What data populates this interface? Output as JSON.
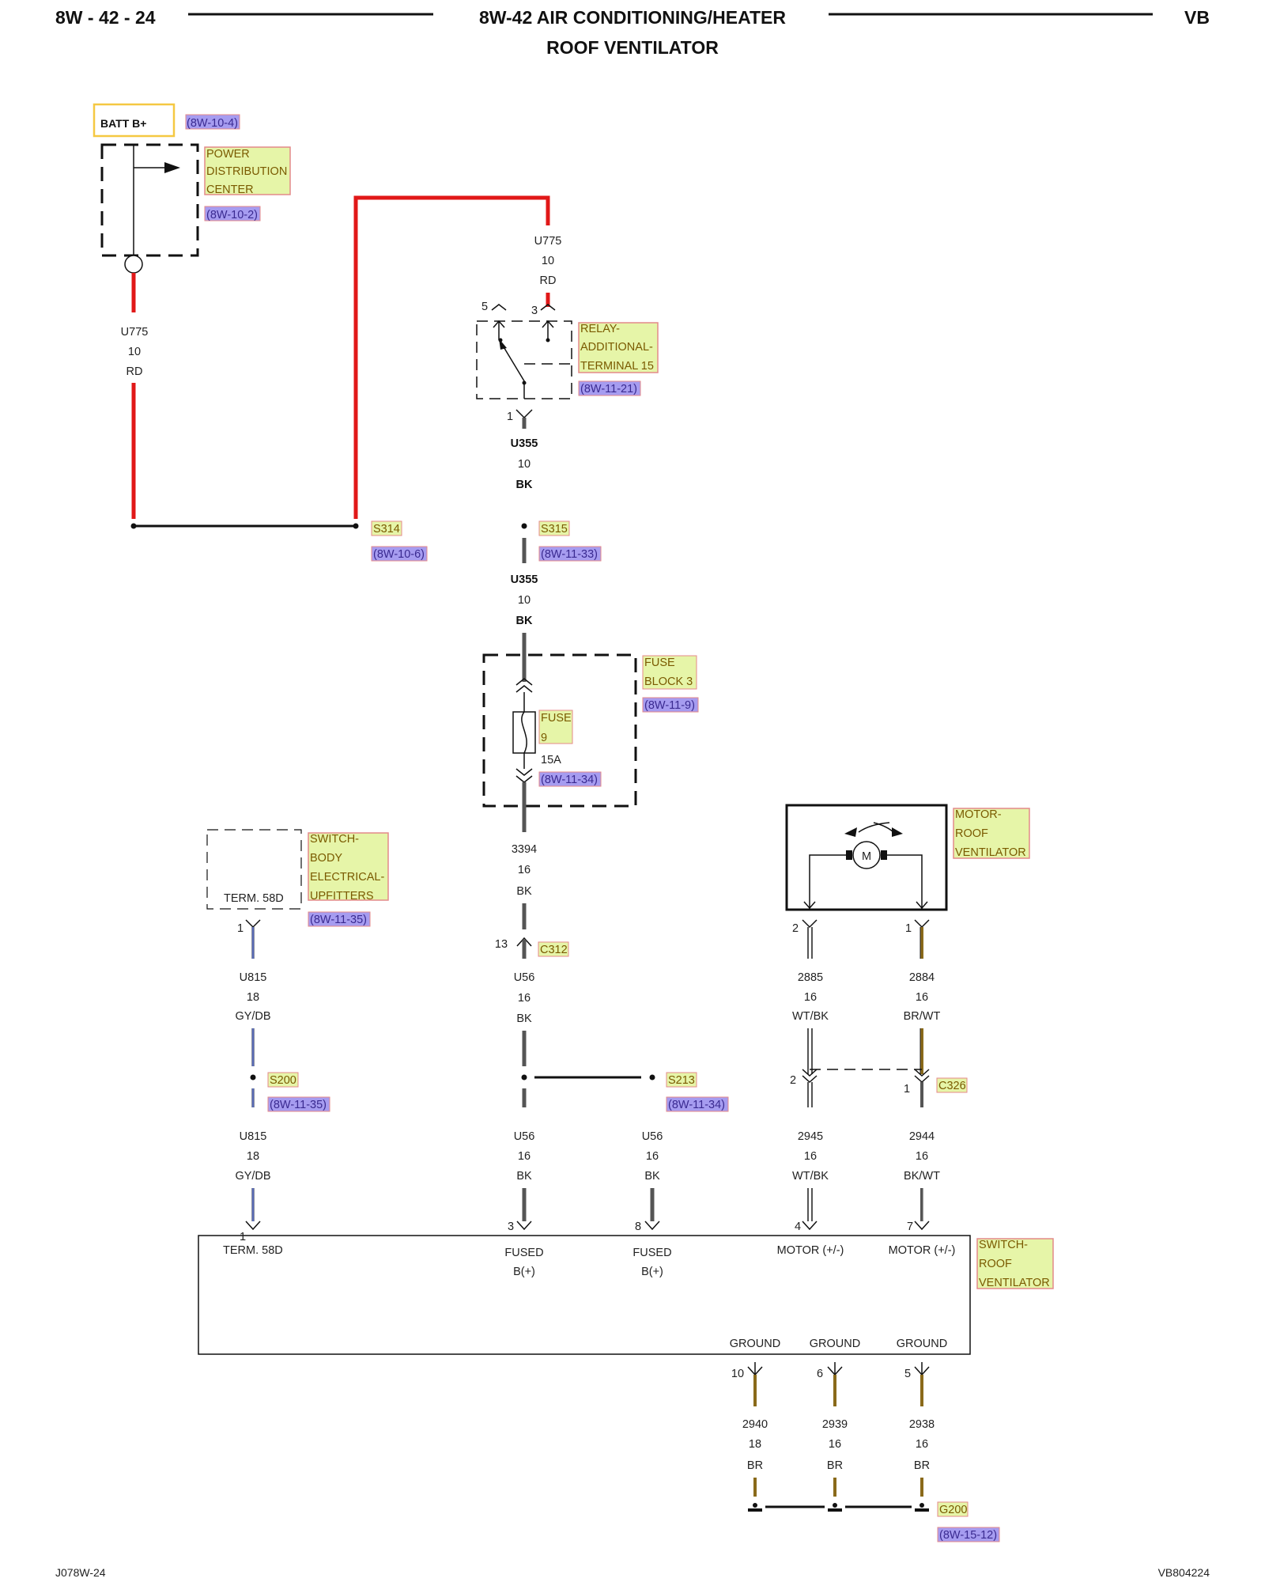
{
  "header": {
    "page_code": "8W - 42 - 24",
    "title_line1": "8W-42 AIR CONDITIONING/HEATER",
    "title_line2": "ROOF VENTILATOR",
    "model": "VB"
  },
  "footer": {
    "left_code": "J078W-24",
    "right_code": "VB804224"
  },
  "colors": {
    "wire_red": "#e11818",
    "wire_black": "#555555",
    "wire_brown": "#8a6a1a",
    "label_fill": "#e6f5a8",
    "label_border": "#e48a8a",
    "ref_fill": "#a69cf0",
    "batt_border": "#f5c842"
  },
  "batt": {
    "label": "BATT B+",
    "ref": "(8W-10-4)"
  },
  "pdc": {
    "line1": "POWER",
    "line2": "DISTRIBUTION",
    "line3": "CENTER",
    "ref": "(8W-10-2)"
  },
  "wire_u775_left": {
    "circuit": "U775",
    "gauge": "10",
    "color": "RD"
  },
  "wire_u775_top": {
    "circuit": "U775",
    "gauge": "10",
    "color": "RD"
  },
  "relay": {
    "line1": "RELAY-",
    "line2": "ADDITIONAL-",
    "line3": "TERMINAL 15",
    "ref": "(8W-11-21)",
    "pin_5": "5",
    "pin_3": "3",
    "pin_1": "1"
  },
  "wire_u355_upper": {
    "circuit": "U355",
    "gauge": "10",
    "color": "BK"
  },
  "splice_s314": {
    "name": "S314",
    "ref": "(8W-10-6)"
  },
  "splice_s315": {
    "name": "S315",
    "ref": "(8W-11-33)"
  },
  "wire_u355_lower": {
    "circuit": "U355",
    "gauge": "10",
    "color": "BK"
  },
  "fuse_block": {
    "line1": "FUSE",
    "line2": "BLOCK 3",
    "ref": "(8W-11-9)"
  },
  "fuse": {
    "line1": "FUSE",
    "line2": "9",
    "rating": "15A",
    "ref": "(8W-11-34)"
  },
  "wire_3394": {
    "circuit": "3394",
    "gauge": "16",
    "color": "BK"
  },
  "connector_c312": {
    "name": "C312",
    "pin": "13"
  },
  "switch_body": {
    "line1": "SWITCH-",
    "line2": "BODY",
    "line3": "ELECTRICAL-",
    "line4": "UPFITTERS",
    "ref": "(8W-11-35)",
    "terminal": "TERM. 58D",
    "pin": "1"
  },
  "wire_u815_upper": {
    "circuit": "U815",
    "gauge": "18",
    "color": "GY/DB"
  },
  "splice_s200": {
    "name": "S200",
    "ref": "(8W-11-35)"
  },
  "wire_u815_lower": {
    "circuit": "U815",
    "gauge": "18",
    "color": "GY/DB"
  },
  "wire_u56_upper": {
    "circuit": "U56",
    "gauge": "16",
    "color": "BK"
  },
  "splice_s213": {
    "name": "S213",
    "ref": "(8W-11-34)"
  },
  "wire_u56_lower_a": {
    "circuit": "U56",
    "gauge": "16",
    "color": "BK"
  },
  "wire_u56_lower_b": {
    "circuit": "U56",
    "gauge": "16",
    "color": "BK"
  },
  "motor": {
    "line1": "MOTOR-",
    "line2": "ROOF",
    "line3": "VENTILATOR",
    "symbol": "M",
    "pin_2": "2",
    "pin_1": "1"
  },
  "wire_2885": {
    "circuit": "2885",
    "gauge": "16",
    "color": "WT/BK"
  },
  "wire_2884": {
    "circuit": "2884",
    "gauge": "16",
    "color": "BR/WT"
  },
  "connector_c326": {
    "name": "C326",
    "pin_2": "2",
    "pin_1": "1"
  },
  "wire_2945": {
    "circuit": "2945",
    "gauge": "16",
    "color": "WT/BK"
  },
  "wire_2944": {
    "circuit": "2944",
    "gauge": "16",
    "color": "BK/WT"
  },
  "switch_roof": {
    "line1": "SWITCH-",
    "line2": "ROOF",
    "line3": "VENTILATOR",
    "pin_1": "1",
    "pin_3": "3",
    "pin_8": "8",
    "pin_4": "4",
    "pin_7": "7",
    "pin_10": "10",
    "pin_6": "6",
    "pin_5": "5",
    "term_58d": "TERM. 58D",
    "fused_a_1": "FUSED",
    "fused_a_2": "B(+)",
    "fused_b_1": "FUSED",
    "fused_b_2": "B(+)",
    "motor_a": "MOTOR (+/-)",
    "motor_b": "MOTOR (+/-)",
    "ground_a": "GROUND",
    "ground_b": "GROUND",
    "ground_c": "GROUND"
  },
  "wire_2940": {
    "circuit": "2940",
    "gauge": "18",
    "color": "BR"
  },
  "wire_2939": {
    "circuit": "2939",
    "gauge": "16",
    "color": "BR"
  },
  "wire_2938": {
    "circuit": "2938",
    "gauge": "16",
    "color": "BR"
  },
  "ground_g200": {
    "name": "G200",
    "ref": "(8W-15-12)"
  }
}
